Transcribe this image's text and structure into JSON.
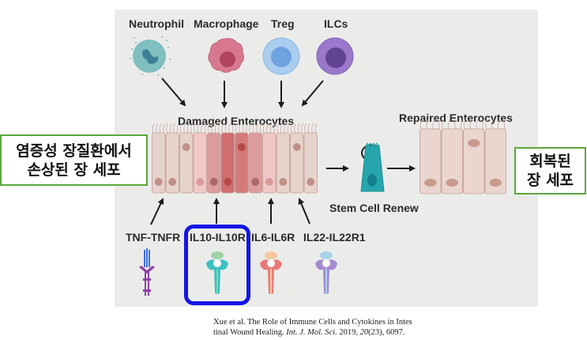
{
  "immune_cells": [
    {
      "label": "Neutrophil",
      "color": "#7fbfbf",
      "nucleus": "#3f7f95"
    },
    {
      "label": "Macrophage",
      "color": "#d8788f",
      "nucleus": "#b0455f"
    },
    {
      "label": "Treg",
      "color": "#a9cdee",
      "nucleus": "#6fa2e0"
    },
    {
      "label": "ILCs",
      "color": "#9a78cc",
      "nucleus": "#5f4590"
    }
  ],
  "damaged_label": "Damaged Enterocytes",
  "repaired_label": "Repaired Enterocytes",
  "stem_label": "Stem Cell Renew",
  "receptors": [
    {
      "label": "TNF-TNFR"
    },
    {
      "label": "IL10-IL10R",
      "highlighted": true
    },
    {
      "label": "IL6-IL6R"
    },
    {
      "label": "IL22-IL22R1"
    }
  ],
  "left_box": {
    "line1": "염증성 장질환에서",
    "line2": "손상된 장 세포"
  },
  "right_box": {
    "line1": "회복된",
    "line2": "장 세포"
  },
  "citation": {
    "line1": "Xue et al. The Role of Immune Cells and Cytokines in Intes",
    "line2_plain": "tinal Wound Healing. ",
    "journal": "Int. J. Mol. Sci.",
    "year": " 2019, ",
    "volume": "20",
    "rest": "(23), 6097."
  },
  "colors": {
    "box_border": "#5aa83a",
    "highlight": "#1414e6",
    "panel": "#ebecea"
  }
}
